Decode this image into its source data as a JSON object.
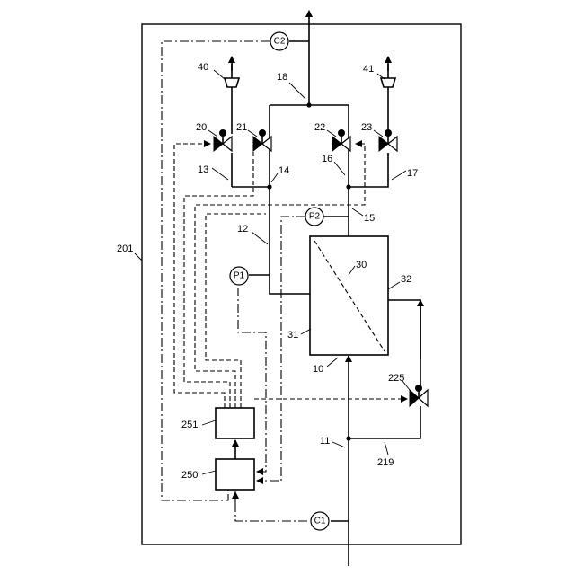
{
  "labels": {
    "system": "201",
    "inlet": "11",
    "line12": "12",
    "line13": "13",
    "line14": "14",
    "line15": "15",
    "line16": "16",
    "line17": "17",
    "line18": "18",
    "bypass": "219",
    "unit": "10",
    "side31": "31",
    "side32": "32",
    "membrane": "30",
    "valve20": "20",
    "valve21": "21",
    "valve22": "22",
    "valve23": "23",
    "valve225": "225",
    "vent40": "40",
    "vent41": "41",
    "ctrl250": "250",
    "ctrl251": "251"
  },
  "sensors": {
    "p1": "P1",
    "p2": "P2",
    "c1": "C1",
    "c2": "C2"
  }
}
